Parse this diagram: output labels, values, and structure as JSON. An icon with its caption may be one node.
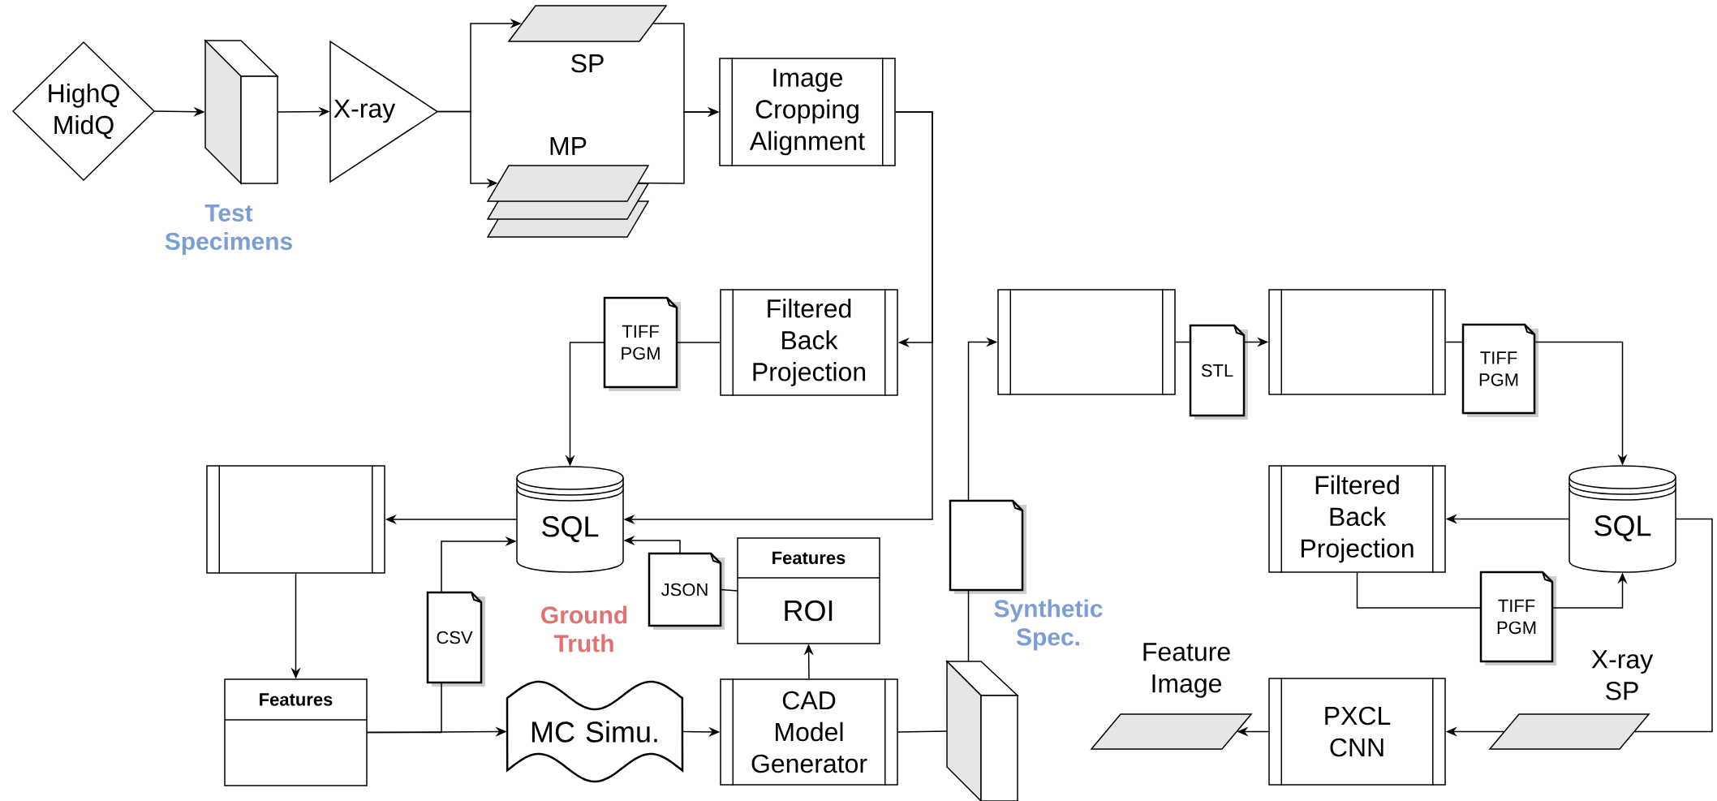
{
  "diagram": {
    "nodes": [
      {
        "text": [
          "HighQ MidQ"
        ]
      },
      {
        "text": [],
        "shape": "block",
        "beside": [
          "Test Specimens"
        ]
      },
      {
        "text": [
          "X-ray"
        ]
      },
      {
        "text": [
          "SP"
        ]
      },
      {
        "text": [
          "MP"
        ]
      },
      {
        "text": [
          "Image Cropping Alignment"
        ]
      },
      {
        "text": [
          "Filtered Back Projection"
        ]
      },
      {
        "text": [
          "TIFF PGM"
        ]
      },
      {
        "text": [
          "SQL"
        ]
      },
      {
        "text": [],
        "shape": "box"
      },
      {
        "text": [
          "Features"
        ]
      },
      {
        "text": [
          "CSV"
        ]
      },
      {
        "text": [
          "MC Simu."
        ]
      },
      {
        "text": [
          "JSON"
        ]
      },
      {
        "text": [
          "Features",
          "ROI"
        ]
      },
      {
        "text": [
          "CAD Model Generator"
        ]
      },
      {
        "text": [],
        "shape": "block",
        "beside": [
          "Synthetic Spec."
        ]
      },
      {
        "text": [],
        "shape": "document"
      },
      {
        "text": [],
        "shape": "box"
      },
      {
        "text": [
          "STL"
        ]
      },
      {
        "text": [],
        "shape": "box"
      },
      {
        "text": [
          "TIFF PGM"
        ]
      },
      {
        "text": [
          "SQL"
        ]
      },
      {
        "text": [
          "Filtered Back Projection"
        ]
      },
      {
        "text": [
          "TIFF PGM"
        ]
      },
      {
        "text": [
          "X-ray SP"
        ]
      },
      {
        "text": [
          "PXCL CNN"
        ]
      },
      {
        "text": [
          "Feature Image"
        ]
      }
    ],
    "edges": [
      {
        "from": 0,
        "to": 1,
        "arrow": "to"
      },
      {
        "from": 1,
        "to": 2,
        "arrow": "to"
      },
      {
        "from": 2,
        "to": 3,
        "arrow": "to"
      },
      {
        "from": 2,
        "to": 4,
        "arrow": "to"
      },
      {
        "from": 3,
        "to": 5,
        "arrow": "to"
      },
      {
        "from": 4,
        "to": 5,
        "arrow": "to"
      },
      {
        "from": 5,
        "to": 6,
        "arrow": "to"
      },
      {
        "from": 5,
        "to": 8,
        "arrow": "to"
      },
      {
        "from": 6,
        "to": 7,
        "arrow": "none"
      },
      {
        "from": 7,
        "to": 8,
        "arrow": "to"
      },
      {
        "from": 8,
        "to": 9,
        "arrow": "to"
      },
      {
        "from": 9,
        "to": 10,
        "arrow": "to"
      },
      {
        "from": 10,
        "to": 11,
        "arrow": "none"
      },
      {
        "from": 11,
        "to": 8,
        "arrow": "to"
      },
      {
        "from": 10,
        "to": 12,
        "arrow": "to"
      },
      {
        "from": 12,
        "to": 15,
        "arrow": "to"
      },
      {
        "from": 14,
        "to": 13,
        "arrow": "none"
      },
      {
        "from": 13,
        "to": 8,
        "arrow": "to"
      },
      {
        "from": 15,
        "to": 14,
        "arrow": "to"
      },
      {
        "from": 15,
        "to": 16,
        "arrow": "none"
      },
      {
        "from": 16,
        "to": 17,
        "arrow": "none"
      },
      {
        "from": 17,
        "to": 18,
        "arrow": "to"
      },
      {
        "from": 18,
        "to": 19,
        "arrow": "none"
      },
      {
        "from": 19,
        "to": 20,
        "arrow": "to"
      },
      {
        "from": 20,
        "to": 21,
        "arrow": "none"
      },
      {
        "from": 21,
        "to": 22,
        "arrow": "to"
      },
      {
        "from": 22,
        "to": 23,
        "arrow": "to"
      },
      {
        "from": 23,
        "to": 24,
        "arrow": "none"
      },
      {
        "from": 24,
        "to": 22,
        "arrow": "to"
      },
      {
        "from": 22,
        "to": 25,
        "arrow": "none"
      },
      {
        "from": 25,
        "to": 26,
        "arrow": "to"
      },
      {
        "from": 26,
        "to": 27,
        "arrow": "to"
      }
    ],
    "labels": [
      "Ground Truth"
    ]
  }
}
